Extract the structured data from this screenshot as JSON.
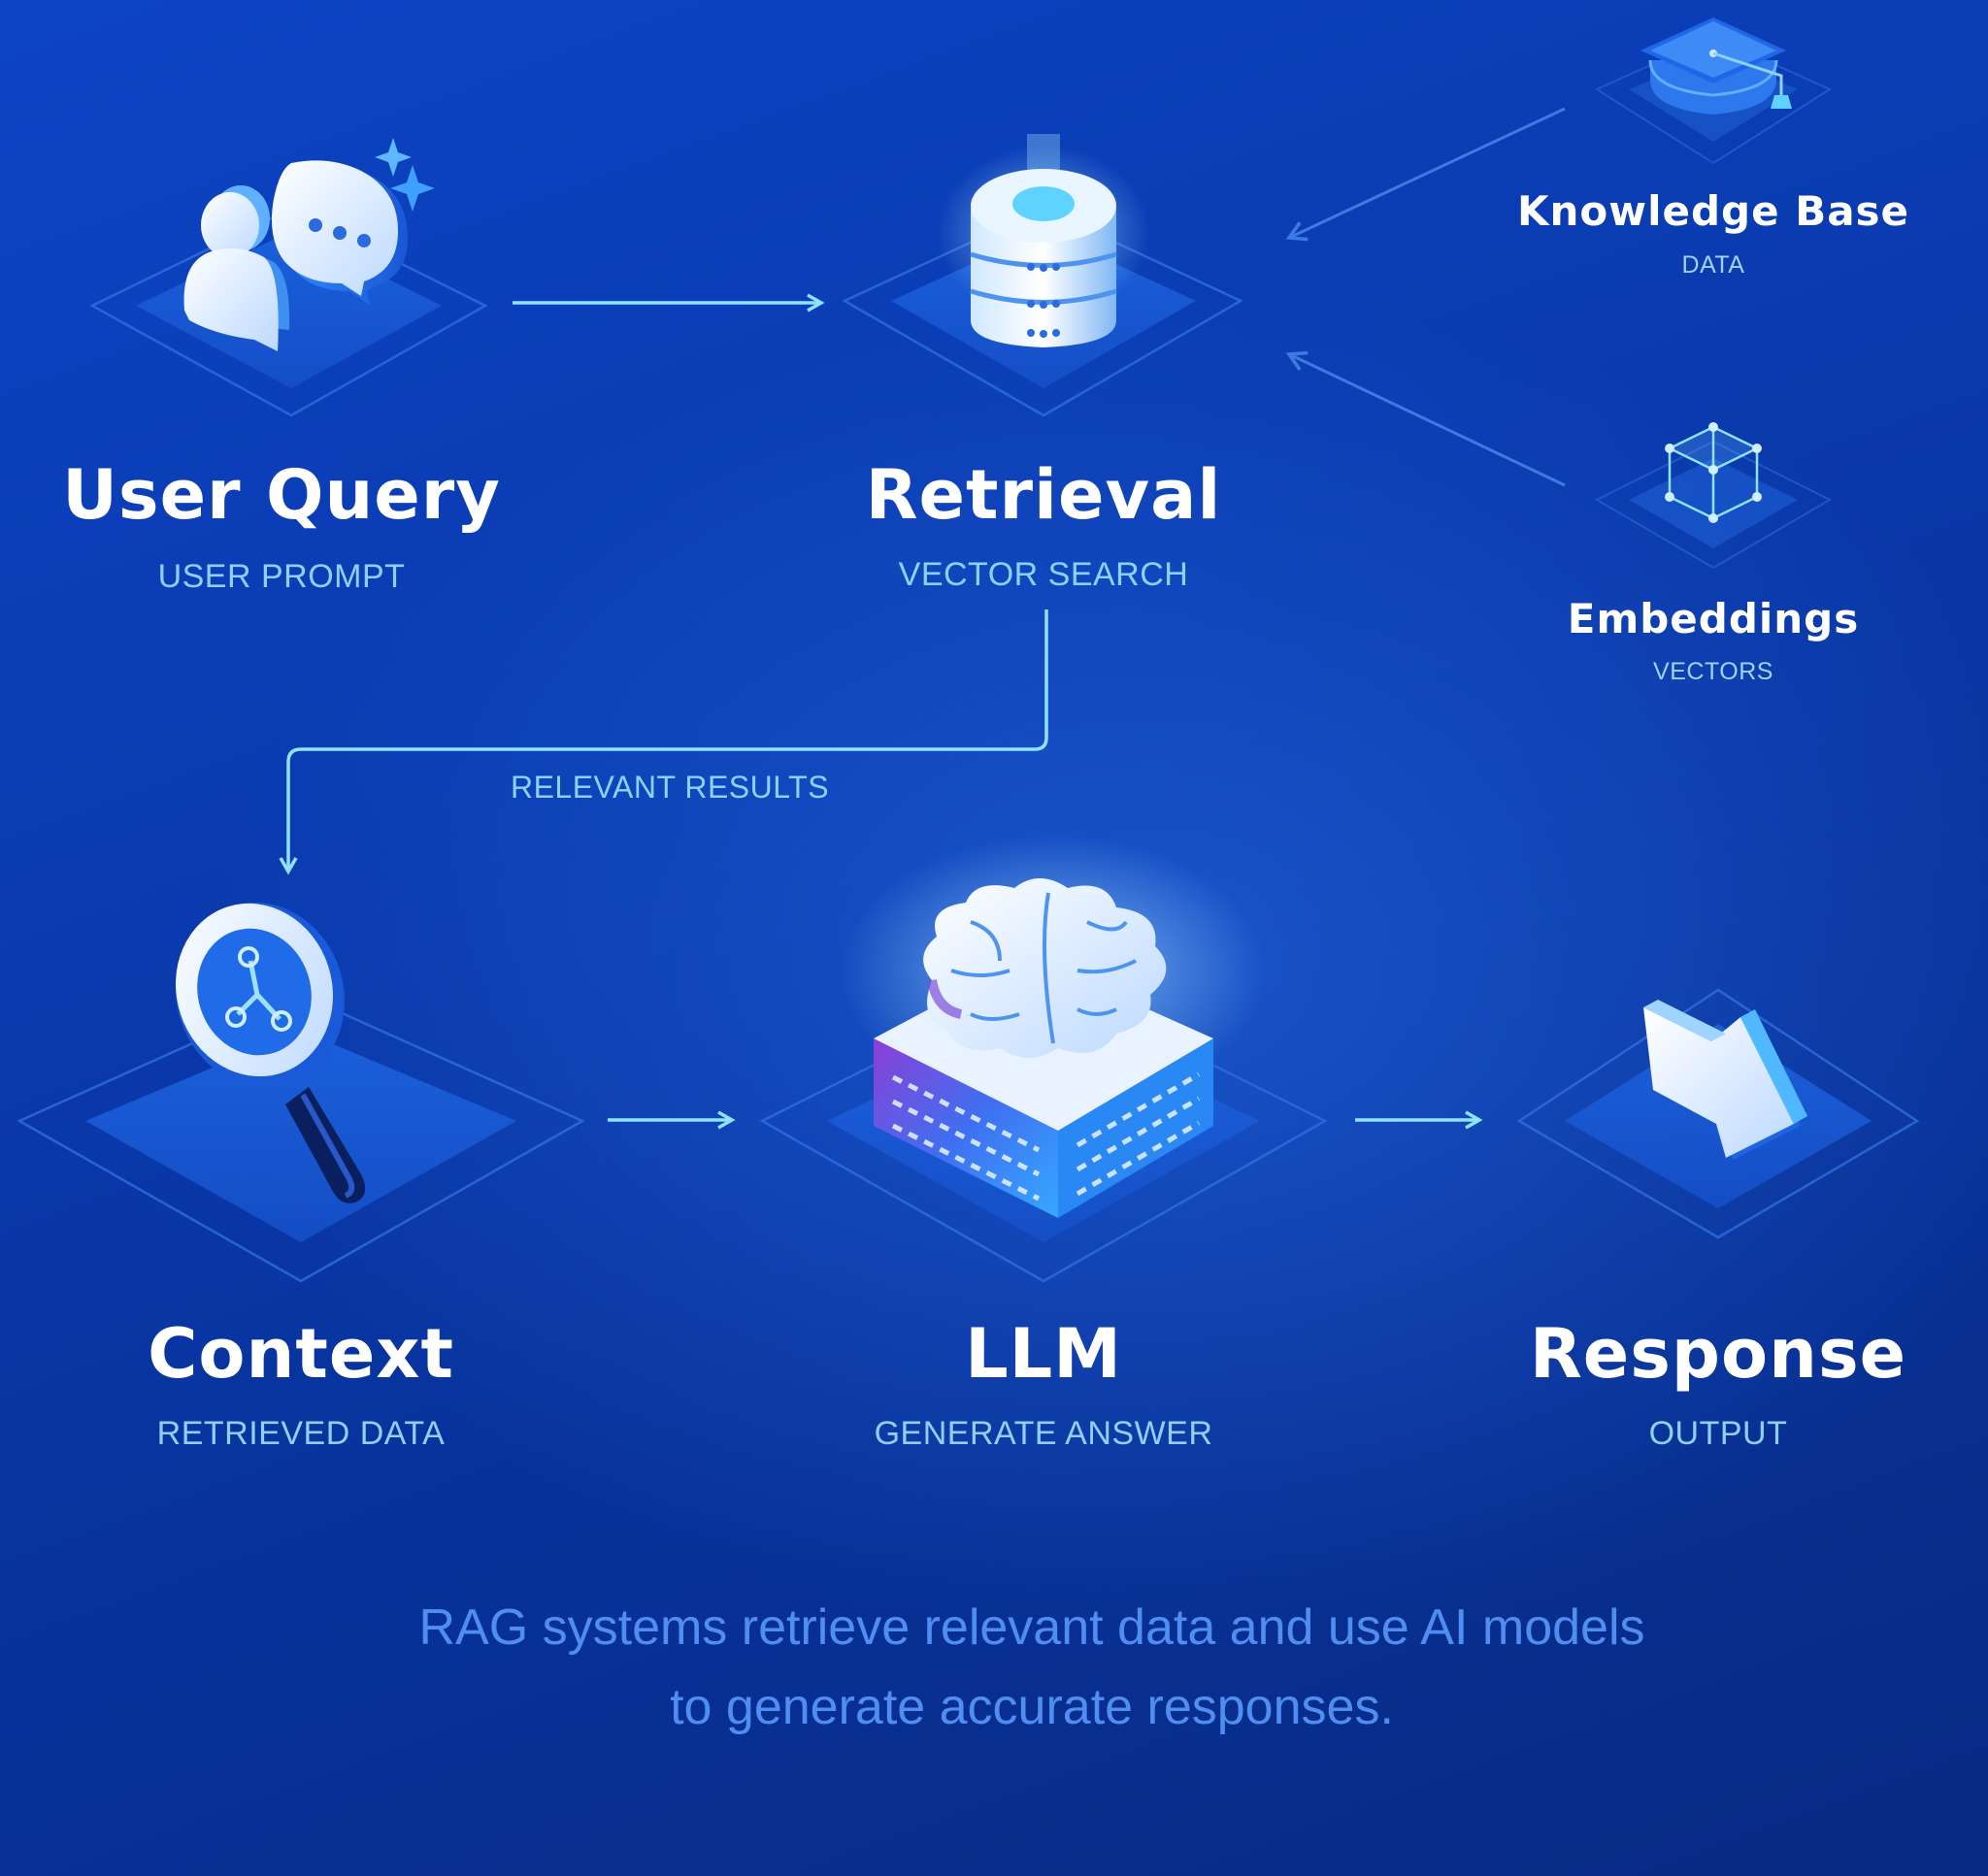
{
  "nodes": {
    "user_query": {
      "title": "User Query",
      "subtitle": "USER PROMPT",
      "icon": "users-chat-icon"
    },
    "retrieval": {
      "title": "Retrieval",
      "subtitle": "VECTOR SEARCH",
      "icon": "database-icon"
    },
    "knowledge_base": {
      "title": "Knowledge Base",
      "subtitle": "DATA",
      "icon": "graduation-cap-icon"
    },
    "embeddings": {
      "title": "Embeddings",
      "subtitle": "VECTORS",
      "icon": "cube-network-icon"
    },
    "context": {
      "title": "Context",
      "subtitle": "RETRIEVED DATA",
      "icon": "magnifier-icon"
    },
    "llm": {
      "title": "LLM",
      "subtitle": "GENERATE ANSWER",
      "icon": "brain-chip-icon"
    },
    "response": {
      "title": "Response",
      "subtitle": "OUTPUT",
      "icon": "arrow-output-icon"
    }
  },
  "edges": {
    "relevant_results_label": "RELEVANT RESULTS"
  },
  "caption": {
    "line1": "RAG systems retrieve relevant data and use AI models",
    "line2": "to generate accurate responses."
  },
  "colors": {
    "background": "#0a3bb0",
    "arrow": "#8fe3ff",
    "subtitle": "#8fd0ff",
    "caption": "#4f8ef0"
  }
}
